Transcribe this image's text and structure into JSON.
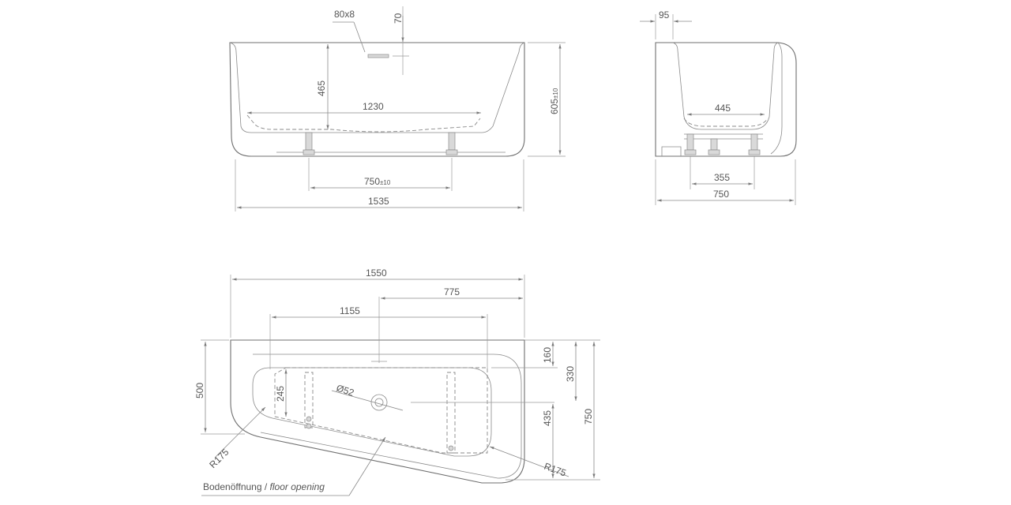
{
  "front_view": {
    "dim_overflow": "80x8",
    "dim_overflow_height": "70",
    "dim_depth_inner": "465",
    "dim_inner_length": "1230",
    "dim_height_main": "605",
    "dim_height_tol": "±10",
    "dim_feet_spacing_main": "750",
    "dim_feet_spacing_tol": "±10",
    "dim_total_length": "1535"
  },
  "side_view": {
    "dim_rim": "95",
    "dim_inner_width": "445",
    "dim_feet_spacing": "355",
    "dim_total_width": "750"
  },
  "top_view": {
    "dim_total_length": "1550",
    "dim_drain_offset": "775",
    "dim_opening_length": "1155",
    "dim_right_top": "160",
    "dim_right_mid": "330",
    "dim_right_lower": "435",
    "dim_total_width": "750",
    "dim_left_height": "500",
    "dim_opening_height": "245",
    "dim_drain_diameter": "Ø52",
    "dim_radius_left": "R175",
    "dim_radius_right": "R175",
    "label_floor_opening_de": "Bodenöffnung /",
    "label_floor_opening_en": "floor opening"
  }
}
